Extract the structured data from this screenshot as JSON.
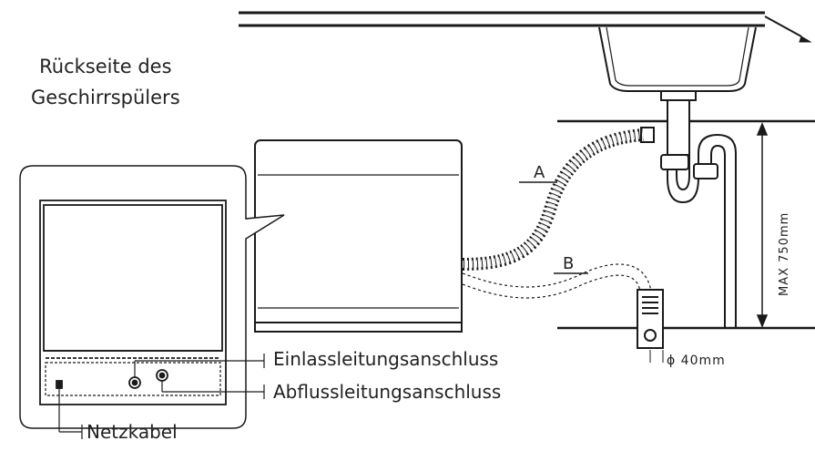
{
  "title": {
    "line1": "Rückseite des",
    "line2": "Geschirrspülers"
  },
  "labels": {
    "inlet": "Einlassleitungsanschluss",
    "drain": "Abflussleitungsanschluss",
    "power": "Netzkabel",
    "hose_a": "A",
    "hose_b": "B",
    "max_height": "MAX 750mm",
    "pipe_diameter": "ϕ 40mm"
  }
}
